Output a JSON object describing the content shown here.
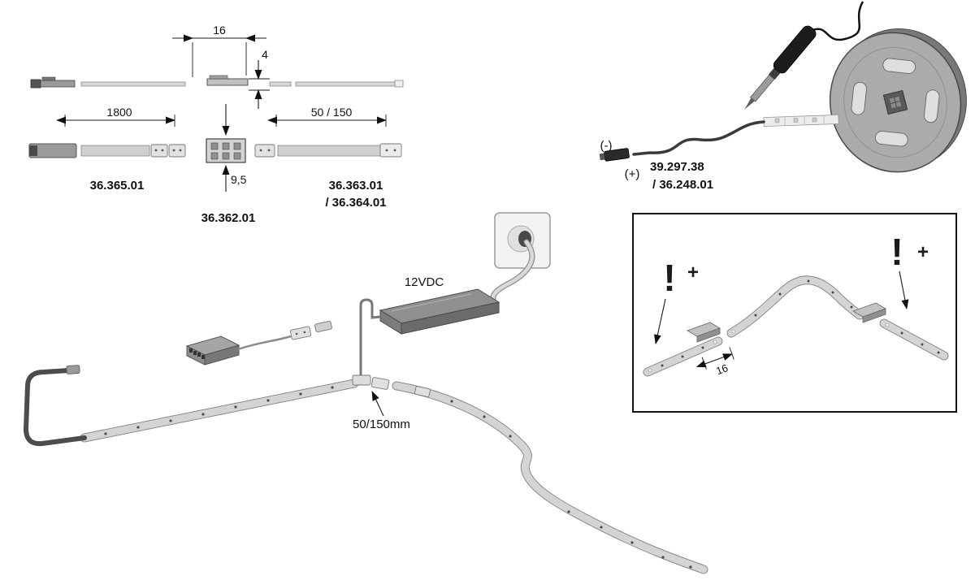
{
  "top_left": {
    "dim_width": "16",
    "dim_thickness": "4",
    "dim_cable_length": "1800",
    "dim_lead_length": "50 / 150",
    "dim_connector_height": "9,5",
    "part_cable": "36.365.01",
    "part_connector": "36.362.01",
    "part_lead_line1": "36.363.01",
    "part_lead_line2": "/ 36.364.01"
  },
  "top_right": {
    "polarity_minus": "(-)",
    "polarity_plus": "(+)",
    "part_line1": "39.297.38",
    "part_line2": "/ 36.248.01"
  },
  "installation": {
    "power_label": "12VDC",
    "lead_label": "50/150mm"
  },
  "detail_box": {
    "warning_left": "!",
    "warning_left_plus": "+",
    "warning_right": "!",
    "warning_right_plus": "+",
    "dim_width": "16"
  }
}
